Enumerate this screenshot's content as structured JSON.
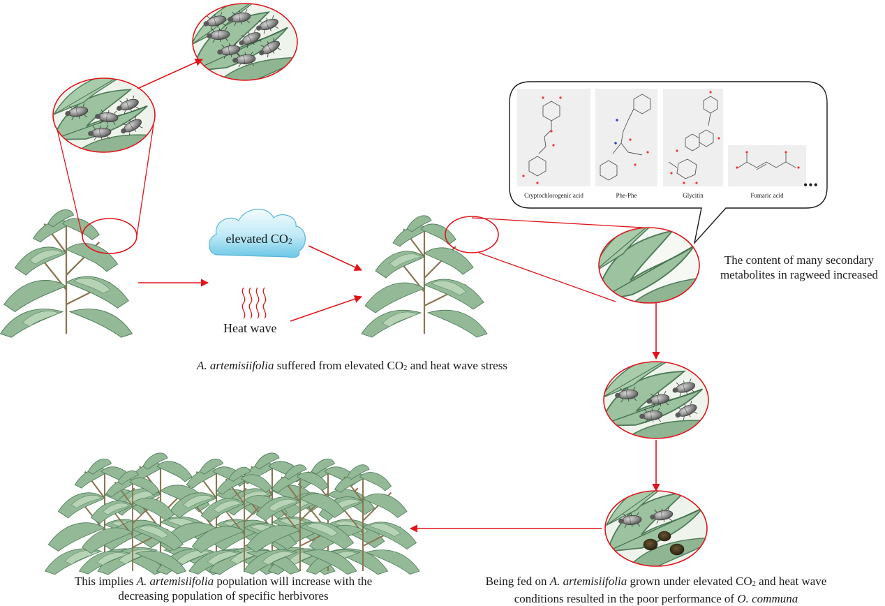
{
  "stressors": {
    "co2_prefix": "elevated CO",
    "co2_sub": "2",
    "heat": "Heat wave"
  },
  "caption_stress": {
    "species": "A. artemisiifolia",
    "text1": " suffered from elevated CO",
    "sub": "2",
    "text2": " and heat wave stress"
  },
  "metabolite_note": {
    "line1": "The content of many secondary",
    "line2": "metabolites in ragweed increased"
  },
  "metabolites": [
    {
      "name": "Cryptochlorogenic acid"
    },
    {
      "name": "Phe-Phe"
    },
    {
      "name": "Glycitin"
    },
    {
      "name": "Fumaric acid"
    }
  ],
  "more_indicator": "•••",
  "caption_feeding": {
    "p1": "Being fed on ",
    "species": "A. artemisiifolia",
    "p2": " grown under elevated CO",
    "sub": "2",
    "p3": " and heat wave",
    "line2a": "conditions resulted in the poor performance of ",
    "insect": "O. communa"
  },
  "caption_implication": {
    "p1": "This implies ",
    "species": "A. artemisiifolia",
    "p2": " population will increase with the",
    "line2": "decreasing population of specific herbivores"
  },
  "colors": {
    "arrow": "#e0141a",
    "leaf": "#8fb593",
    "leaf_dark": "#4f7b5a",
    "stem": "#7d6a4a",
    "beetle": "#8a8a8a",
    "cloud_top": "#e9f8fc",
    "cloud_bottom": "#7fd0ea"
  }
}
